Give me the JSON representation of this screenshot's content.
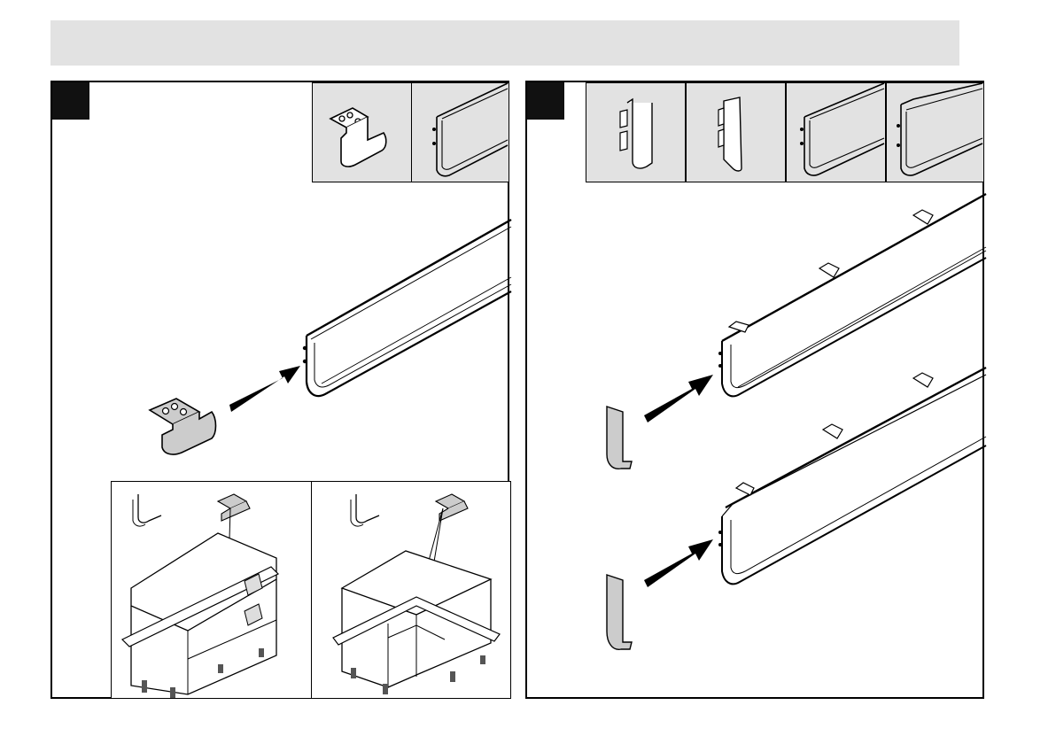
{
  "header": {
    "title": ""
  },
  "steps": [
    {
      "number": "",
      "thumbs": [
        "clip",
        "profile"
      ]
    },
    {
      "number": "",
      "thumbs": [
        "end-cap-left",
        "end-cap-right",
        "profile-flat",
        "profile-corner"
      ]
    }
  ],
  "colors": {
    "thumb_bg": "#e2e2e2",
    "part_fill": "#cccccc",
    "line": "#000000"
  }
}
